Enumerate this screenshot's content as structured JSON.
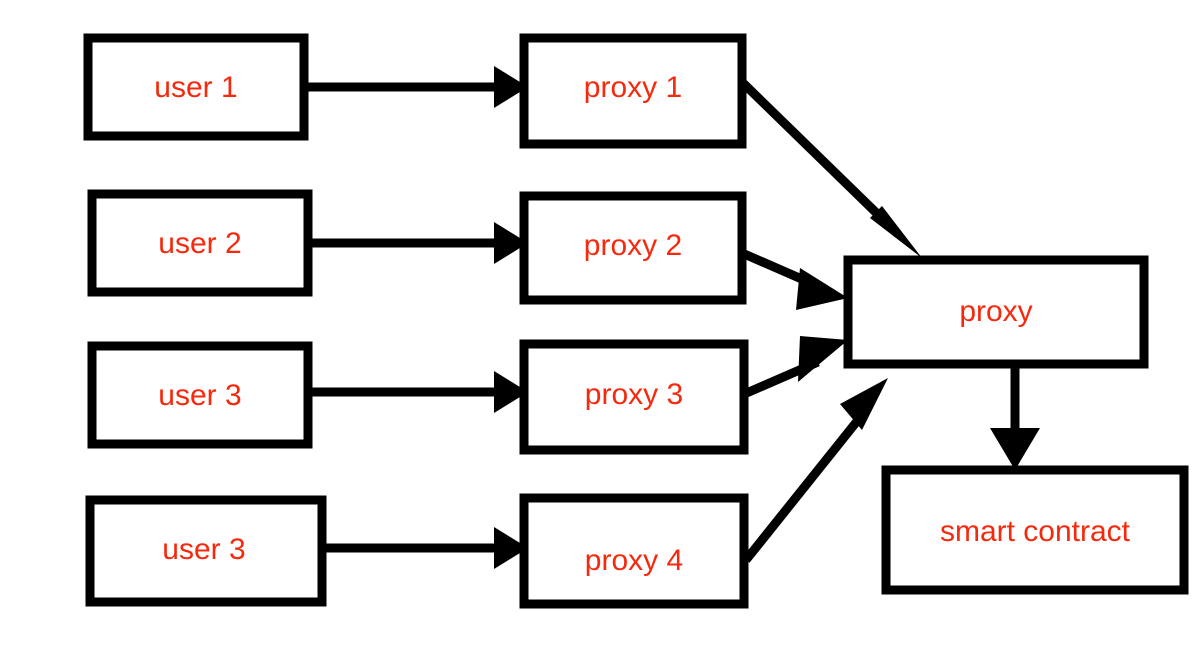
{
  "diagram": {
    "title": "proxy chain architecture diagram",
    "background_color": "#ffffff",
    "node_fill_color": "#ffffff",
    "node_stroke_color": "#000000",
    "label_color": "#f5290d",
    "edge_color": "#000000",
    "nodes": {
      "user1": {
        "label": "user 1"
      },
      "user2": {
        "label": "user 2"
      },
      "user3": {
        "label": "user 3"
      },
      "user4": {
        "label": "user 3"
      },
      "proxy1": {
        "label": "proxy 1"
      },
      "proxy2": {
        "label": "proxy 2"
      },
      "proxy3": {
        "label": "proxy 3"
      },
      "proxy4": {
        "label": "proxy 4"
      },
      "aggregator": {
        "label": "proxy"
      },
      "contract": {
        "label": "smart contract"
      }
    },
    "edges": [
      {
        "from": "user1",
        "to": "proxy1",
        "kind": "straight-horizontal"
      },
      {
        "from": "user2",
        "to": "proxy2",
        "kind": "straight-horizontal"
      },
      {
        "from": "user3",
        "to": "proxy3",
        "kind": "straight-horizontal"
      },
      {
        "from": "user4",
        "to": "proxy4",
        "kind": "straight-horizontal"
      },
      {
        "from": "proxy1",
        "to": "aggregator",
        "kind": "diagonal-down-right"
      },
      {
        "from": "proxy2",
        "to": "aggregator",
        "kind": "diagonal-down-right"
      },
      {
        "from": "proxy3",
        "to": "aggregator",
        "kind": "diagonal-up-right"
      },
      {
        "from": "proxy4",
        "to": "aggregator",
        "kind": "diagonal-up-right"
      },
      {
        "from": "aggregator",
        "to": "contract",
        "kind": "straight-vertical"
      }
    ]
  }
}
